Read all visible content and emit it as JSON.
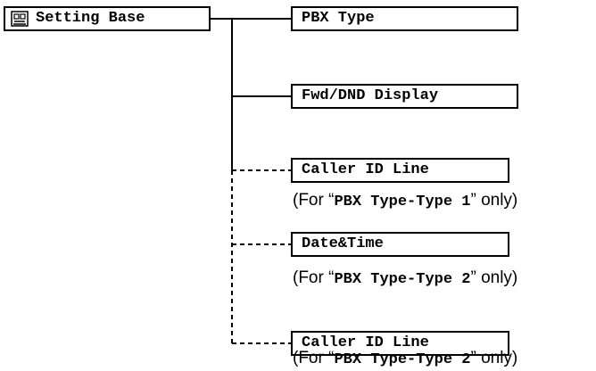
{
  "root": {
    "label": "Setting Base",
    "icon": "base-unit-icon"
  },
  "items": [
    {
      "label": "PBX Type",
      "connector": "solid"
    },
    {
      "label": "Fwd/DND Display",
      "connector": "solid"
    },
    {
      "label": "Caller ID Line",
      "connector": "dashed",
      "note": {
        "prefix": "(For “",
        "value": "PBX Type-Type 1",
        "suffix": "” only)"
      }
    },
    {
      "label": "Date&Time",
      "connector": "dashed",
      "note": {
        "prefix": "(For “",
        "value": "PBX Type-Type 2",
        "suffix": "” only)"
      }
    },
    {
      "label": "Caller ID Line",
      "connector": "dashed",
      "note": {
        "prefix": "(For “",
        "value": "PBX Type-Type 2",
        "suffix": "” only)"
      }
    }
  ]
}
